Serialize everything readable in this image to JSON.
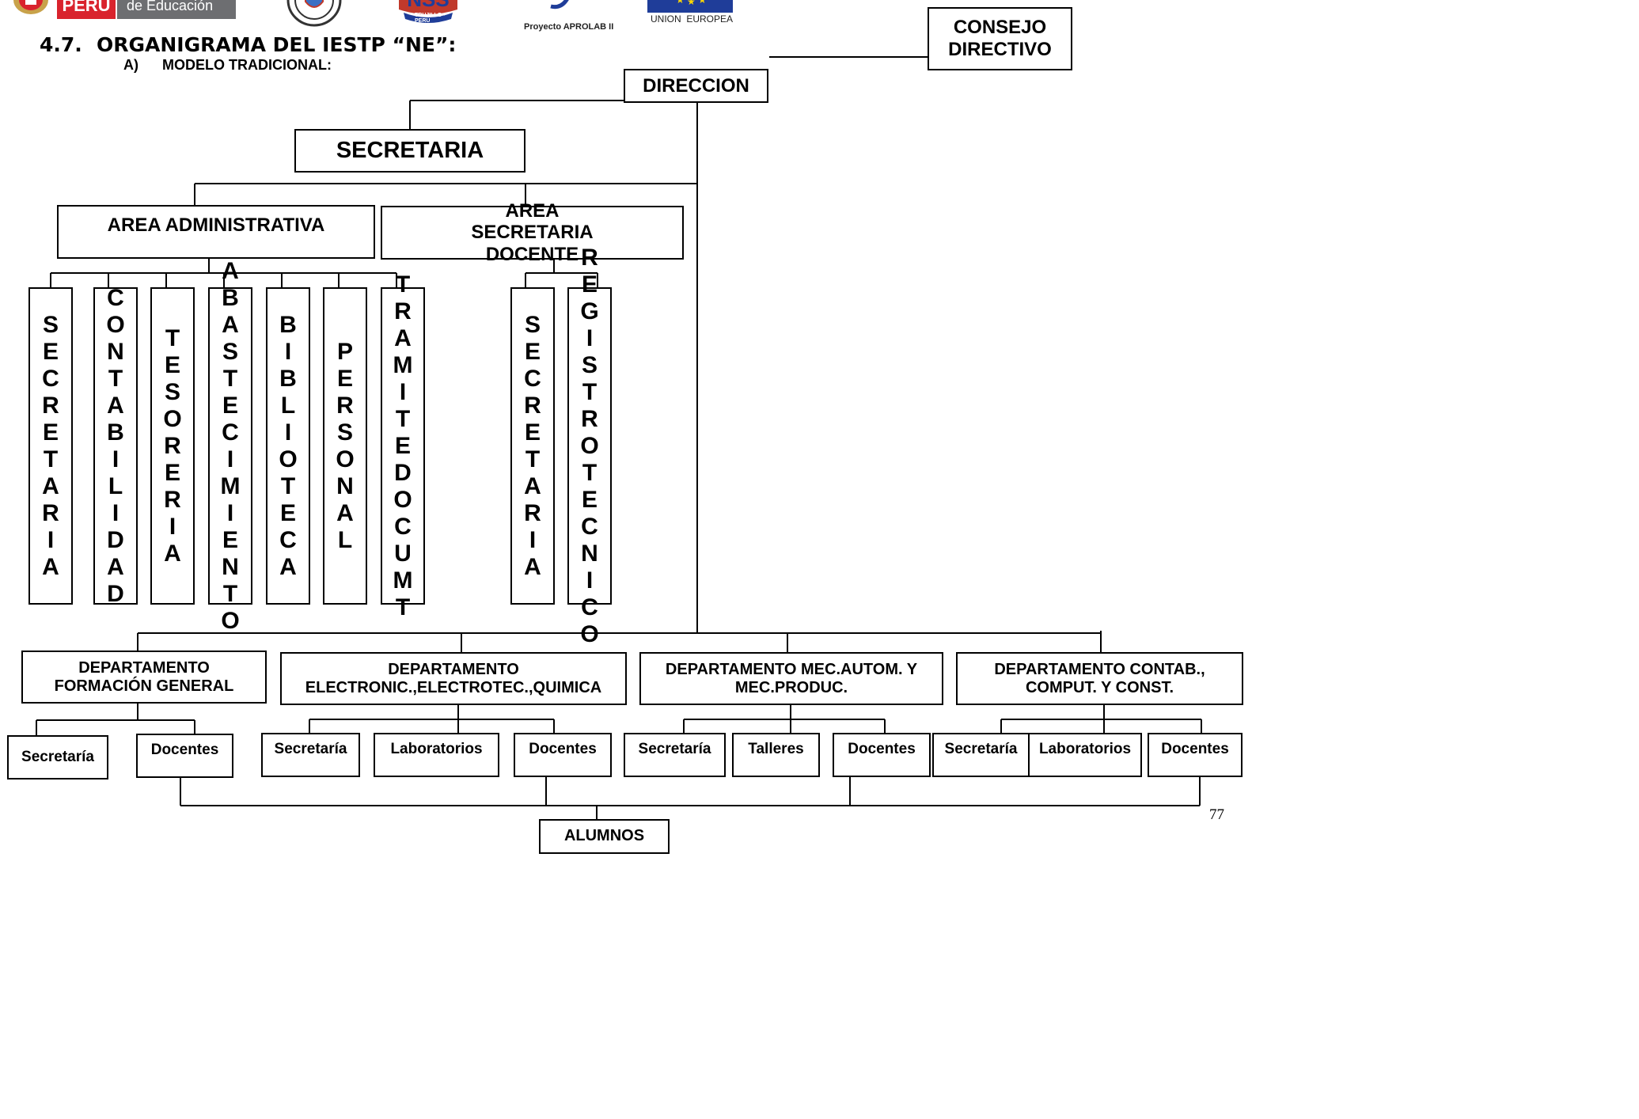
{
  "header": {
    "logo_peru_text": "PERÚ",
    "ministry_text": "de Educación",
    "aprolab_text": "Proyecto APROLAB II",
    "eu_text": "UNION  EUROPEA",
    "section_number": "4.7.",
    "section_title": "ORGANIGRAMA DEL IESTP “NE”:",
    "subsection_letter": "A)",
    "subsection_title": "MODELO TRADICIONAL:",
    "nss_text": "NSS",
    "trujillo_text": "TRUJILLO - PERU"
  },
  "org": {
    "consejo": "CONSEJO DIRECTIVO",
    "direccion": "DIRECCION",
    "secretaria": "SECRETARIA",
    "area_admin": "AREA ADMINISTRATIVA",
    "area_docente": "AREA SECRETARIA DOCENTE",
    "admin_units": [
      {
        "letters": [
          "S",
          "E",
          "C",
          "R",
          "E",
          "T",
          "A",
          "R",
          "I",
          "A"
        ]
      },
      {
        "letters": [
          "C",
          "O",
          "N",
          "T",
          "A",
          "B",
          "I",
          "L",
          "I",
          "D",
          "A",
          "D"
        ]
      },
      {
        "letters": [
          "T",
          "E",
          "S",
          "O",
          "R",
          "E",
          "R",
          "I",
          "A"
        ]
      },
      {
        "letters": [
          "A",
          "B",
          "A",
          "S",
          "T",
          "E",
          "C",
          "I",
          "M",
          "I",
          "E",
          "N",
          "T",
          "O"
        ]
      },
      {
        "letters": [
          "B",
          "I",
          "B",
          "L",
          "I",
          "O",
          "T",
          "E",
          "C",
          "A"
        ]
      },
      {
        "letters": [
          "P",
          "E",
          "R",
          "S",
          "O",
          "N",
          "A",
          "L"
        ]
      },
      {
        "letters": [
          "T",
          "R",
          "A",
          "M",
          "I",
          "T",
          "E",
          " ",
          "D",
          "O",
          "C",
          "U",
          "M",
          "T"
        ]
      }
    ],
    "docente_units": [
      {
        "letters": [
          "S",
          "E",
          "C",
          "R",
          "E",
          "T",
          "A",
          "R",
          "I",
          "A"
        ]
      },
      {
        "letters": [
          "R",
          "E",
          "G",
          "I",
          "S",
          "T",
          "R",
          "O",
          "T",
          "E",
          "C",
          "N",
          "I",
          "C",
          "O"
        ]
      }
    ],
    "departments": [
      {
        "name": "DEPARTAMENTO FORMACIÓN GENERAL"
      },
      {
        "name": "DEPARTAMENTO ELECTRONIC.,ELECTROTEC.,QUIMICA"
      },
      {
        "name": "DEPARTAMENTO MEC.AUTOM. Y MEC.PRODUC."
      },
      {
        "name": "DEPARTAMENTO CONTAB., COMPUT. Y CONST."
      }
    ],
    "sub_units": {
      "d1": [
        "Secretaría",
        "Docentes"
      ],
      "d2": [
        "Secretaría",
        "Laboratorios",
        "Docentes"
      ],
      "d3": [
        "Secretaría",
        "Talleres",
        "Docentes"
      ],
      "d4": [
        "Secretaría",
        "Laboratorios",
        "Docentes"
      ]
    },
    "alumnos": "ALUMNOS"
  },
  "page_number": "77",
  "colors": {
    "peru_red": "#d9232d",
    "ministry_gray": "#6d6e71",
    "eu_blue": "#1f3d99",
    "eu_star": "#ffd700"
  }
}
